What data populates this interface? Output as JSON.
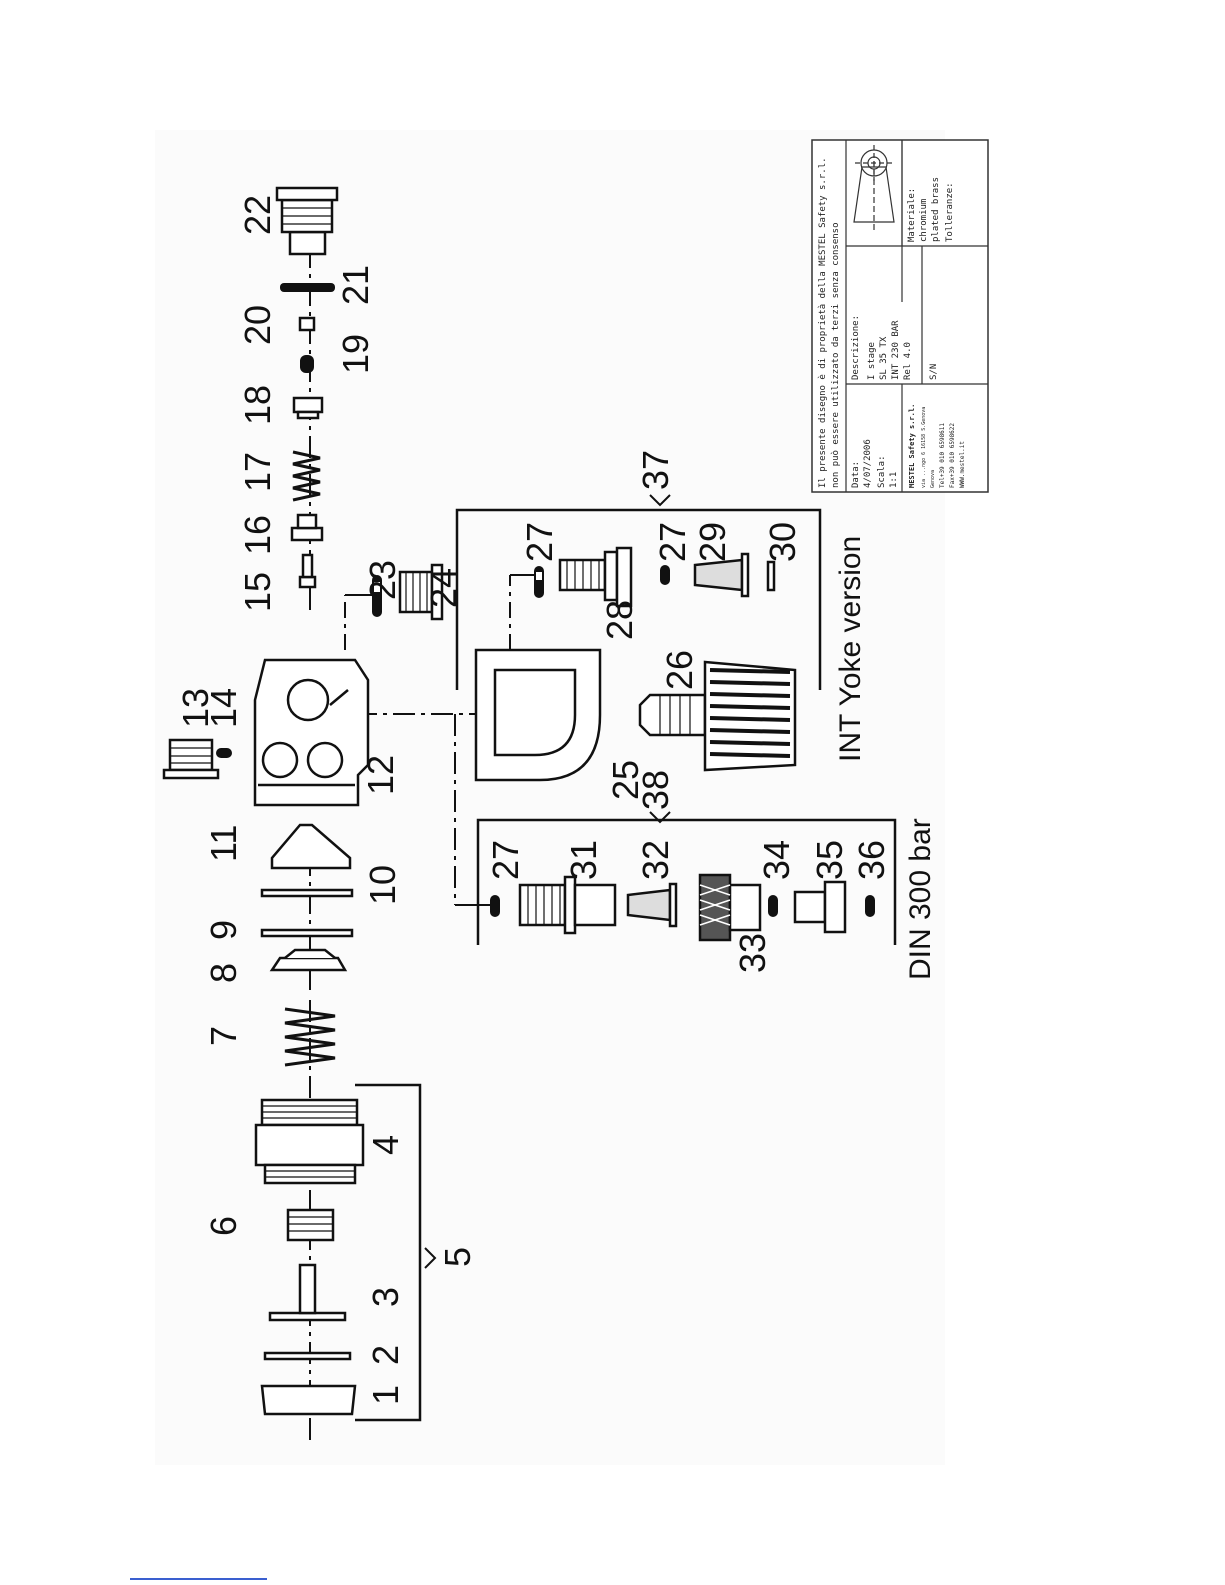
{
  "labels": {
    "p1": "1",
    "p2": "2",
    "p3": "3",
    "p4": "4",
    "p5": "5",
    "p6": "6",
    "p7": "7",
    "p8": "8",
    "p9": "9",
    "p10": "10",
    "p11": "11",
    "p12": "12",
    "p13": "13",
    "p14": "14",
    "p15": "15",
    "p16": "16",
    "p17": "17",
    "p18": "18",
    "p19": "19",
    "p20": "20",
    "p21": "21",
    "p22": "22",
    "p23": "23",
    "p24": "24",
    "p25": "25",
    "p26": "26",
    "p27a": "27",
    "p27b": "27",
    "p27c": "27",
    "p28": "28",
    "p29": "29",
    "p30": "30",
    "p31": "31",
    "p32": "32",
    "p33": "33",
    "p34": "34",
    "p35": "35",
    "p36": "36",
    "p37": "37",
    "p38": "38"
  },
  "versions": {
    "int_yoke": "INT Yoke version",
    "din": "DIN 300 bar"
  },
  "title_block": {
    "notice_line1": "Il presente disegno è di proprietà della MESTEL Safety s.r.l.",
    "notice_line2": "non può essere utilizzato da terzi senza consenso",
    "data_label": "Data:",
    "data_value": "4/07/2006",
    "scala_label": "Scala:",
    "scala_value": "1:1",
    "company_name": "MESTEL Safety s.r.l.",
    "company_address": "via ...ngo 6 16158 S.Genova",
    "company_city": "Genova",
    "company_tel": "Tel+39 010 6598611",
    "company_fax": "Fax+39 010 6598622",
    "company_web": "WWW.mestel.it",
    "descr_label": "Descrizione:",
    "descr_line1": "I stage",
    "descr_line2": "SL 35 TX",
    "descr_line3": "INT 230 BAR",
    "descr_line4": "Rel 4.0",
    "sn_label": "S/N",
    "materiale_label": "Materiale:",
    "materiale_line1": "chromium",
    "materiale_line2": "plated brass",
    "tolleranze_label": "Tolleranze:"
  }
}
